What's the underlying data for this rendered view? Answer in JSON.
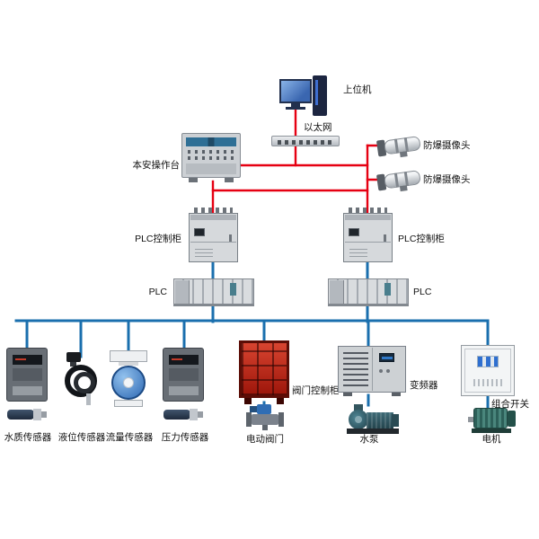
{
  "diagram": {
    "top_nodes": {
      "host_computer": "上位机",
      "ethernet": "以太网",
      "console": "本安操作台",
      "camera_top": "防爆摄像头",
      "camera_bottom": "防爆摄像头"
    },
    "plc_layer": {
      "cabinet_left": "PLC控制柜",
      "cabinet_right": "PLC控制柜",
      "rack_left": "PLC",
      "rack_right": "PLC"
    },
    "field_devices": [
      {
        "label": "水质传感器"
      },
      {
        "label": "液位传感器"
      },
      {
        "label": "流量传感器"
      },
      {
        "label": "压力传感器"
      },
      {
        "label": "阀门控制柜"
      },
      {
        "label": "电动阀门"
      },
      {
        "label": "变频器"
      },
      {
        "label": "水泵"
      },
      {
        "label": "组合开关"
      },
      {
        "label": "电机"
      }
    ],
    "colors": {
      "network_line": "#e60012",
      "bus_line": "#1a6fae"
    }
  }
}
